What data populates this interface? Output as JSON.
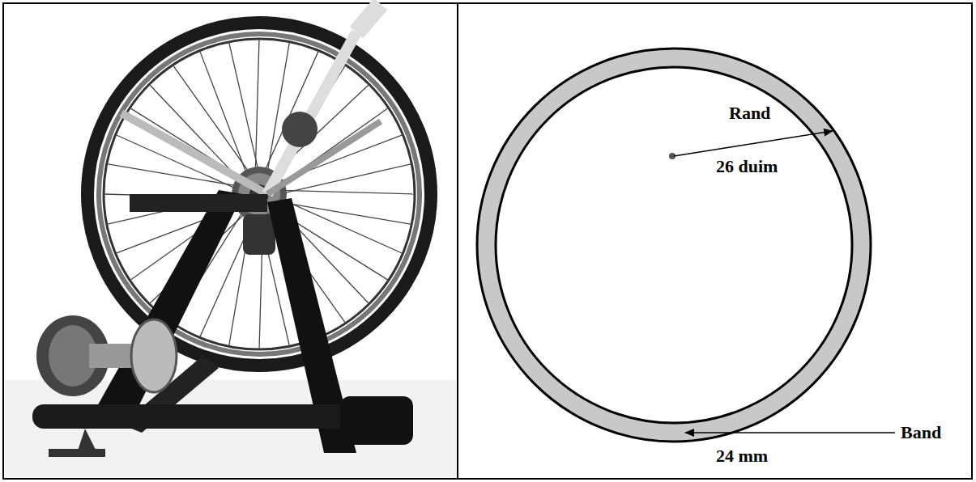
{
  "diagram": {
    "labels": [
      "Rand",
      "26 duim",
      "Band",
      "24 mm"
    ]
  }
}
